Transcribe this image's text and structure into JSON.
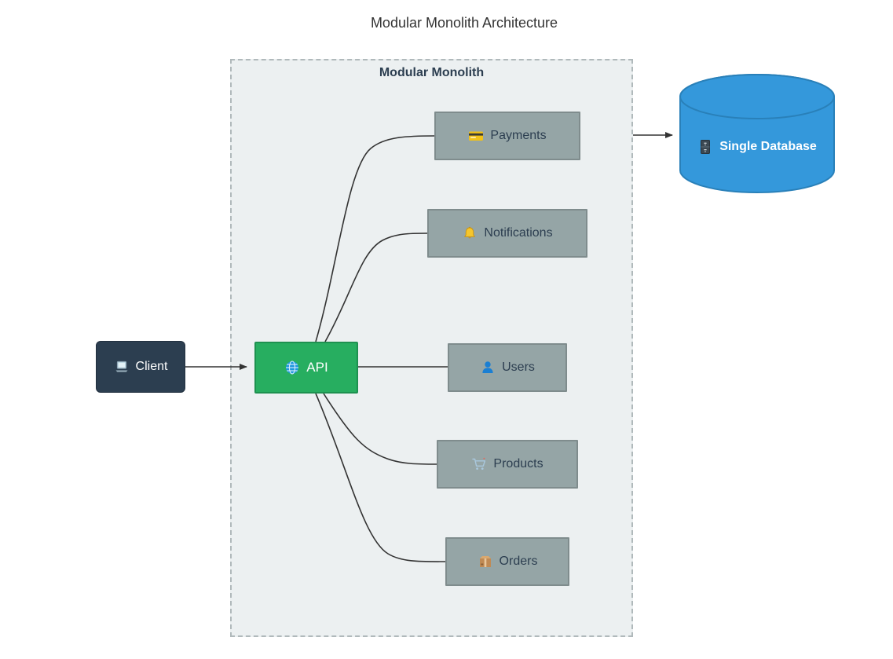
{
  "diagram": {
    "title": "Modular Monolith Architecture",
    "container": {
      "label": "Modular Monolith",
      "fill": "#ecf0f1",
      "border_style": "dashed",
      "border_color": "#b0b9bb"
    },
    "nodes": {
      "client": {
        "label": "Client",
        "icon": "laptop-icon",
        "shape": "rounded-rect",
        "fill": "#2c3e50",
        "text_color": "#ffffff"
      },
      "api": {
        "label": "API",
        "icon": "globe-icon",
        "shape": "rect",
        "fill": "#27ae60",
        "text_color": "#ffffff"
      },
      "payments": {
        "label": "Payments",
        "icon": "credit-card-icon",
        "shape": "rect",
        "fill": "#95a5a6",
        "text_color": "#2c3e50"
      },
      "notifications": {
        "label": "Notifications",
        "icon": "bell-icon",
        "shape": "rect",
        "fill": "#95a5a6",
        "text_color": "#2c3e50"
      },
      "users": {
        "label": "Users",
        "icon": "user-icon",
        "shape": "rect",
        "fill": "#95a5a6",
        "text_color": "#2c3e50"
      },
      "products": {
        "label": "Products",
        "icon": "shopping-cart-icon",
        "shape": "rect",
        "fill": "#95a5a6",
        "text_color": "#2c3e50"
      },
      "orders": {
        "label": "Orders",
        "icon": "package-icon",
        "shape": "rect",
        "fill": "#95a5a6",
        "text_color": "#2c3e50"
      },
      "database": {
        "label": "Single Database",
        "icon": "file-cabinet-icon",
        "shape": "cylinder",
        "fill": "#3498db",
        "text_color": "#ffffff"
      }
    },
    "edges": [
      {
        "from": "Client",
        "to": "API",
        "arrowhead": true
      },
      {
        "from": "API",
        "to": "Payments",
        "arrowhead": false
      },
      {
        "from": "API",
        "to": "Notifications",
        "arrowhead": false
      },
      {
        "from": "API",
        "to": "Users",
        "arrowhead": false
      },
      {
        "from": "API",
        "to": "Products",
        "arrowhead": false
      },
      {
        "from": "API",
        "to": "Orders",
        "arrowhead": false
      },
      {
        "from": "Modular Monolith",
        "to": "Single Database",
        "arrowhead": true
      }
    ],
    "colors": {
      "edge": "#333333",
      "title_text": "#333333",
      "cluster_label_text": "#2c3e50",
      "database_stroke": "#2980b9",
      "api_stroke": "#1e9150",
      "module_stroke": "#7f8c8d"
    }
  }
}
